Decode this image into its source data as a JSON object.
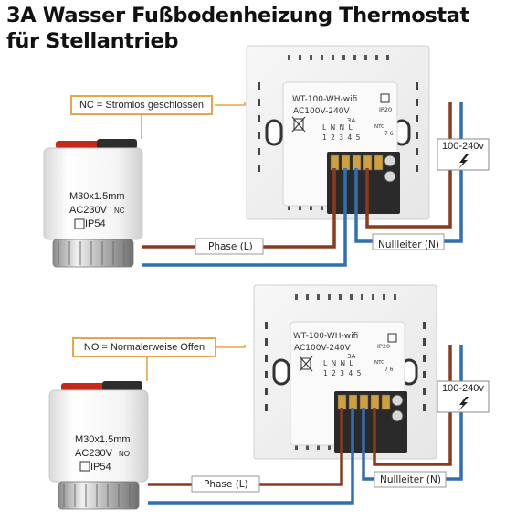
{
  "title": {
    "line1": "3A Wasser Fußbodenheizung Thermostat",
    "line2": "für Stellantrieb"
  },
  "diagrams": [
    {
      "callout": "NC = Stromlos geschlossen",
      "actuator": {
        "size": "M30x1.5mm",
        "voltage": "AC230V",
        "mode": "NC",
        "ip": "IP54"
      },
      "thermostat": {
        "model": "WT-100-WH-wifi",
        "voltage": "AC100V-240V",
        "ip": "IP20",
        "relay": "3A",
        "terminal_letters": "L  N  N  L",
        "terminal_numbers": "1  2  3  4  5",
        "ntc": "NTC",
        "ntc_pins": "7 6"
      },
      "phase_label": "Phase (L)",
      "neutral_label": "Nullleiter (N)",
      "power": {
        "label": "100-240v",
        "icon": "lightning-icon"
      }
    },
    {
      "callout": "NO = Normalerweise Offen",
      "actuator": {
        "size": "M30x1.5mm",
        "voltage": "AC230V",
        "mode": "NO",
        "ip": "IP54"
      },
      "thermostat": {
        "model": "WT-100-WH-wifi",
        "voltage": "AC100V-240V",
        "ip": "IP20",
        "relay": "3A",
        "terminal_letters": "L  N  N  L",
        "terminal_numbers": "1  2  3  4  5",
        "ntc": "NTC",
        "ntc_pins": "7 6"
      },
      "phase_label": "Phase (L)",
      "neutral_label": "Nullleiter (N)",
      "power": {
        "label": "100-240v",
        "icon": "lightning-icon"
      }
    }
  ],
  "colors": {
    "callout_border": "#e8a64a",
    "phase_wire": "#8b3a1f",
    "neutral_wire": "#2f6fb5",
    "thermostat_body": "#f2f2f2"
  }
}
